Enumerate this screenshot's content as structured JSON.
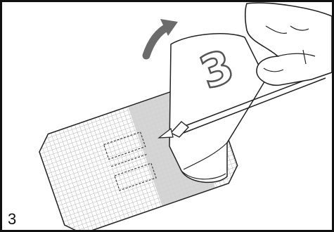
{
  "figure": {
    "step_label": "3",
    "overlay_label": "3",
    "colors": {
      "outline": "#222222",
      "shade": "#d0d0d0",
      "mesh": "#b5b5b5",
      "arrow": "#6b6b6b"
    },
    "icons": [
      "dressing",
      "mesh-pad",
      "catheter",
      "hand",
      "curved-arrow"
    ]
  }
}
